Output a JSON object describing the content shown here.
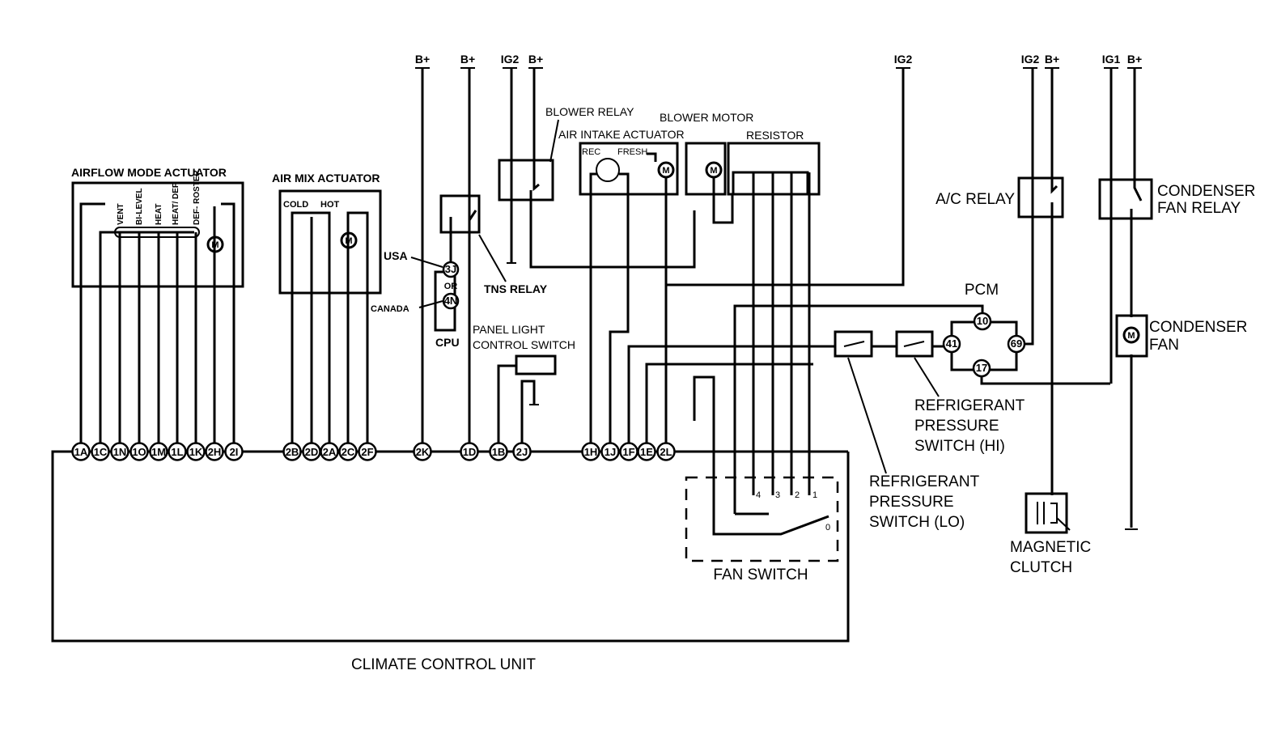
{
  "diagram": {
    "climate_control_unit": "CLIMATE CONTROL UNIT",
    "airflow_mode_actuator": {
      "label": "AIRFLOW MODE ACTUATOR",
      "modes": [
        "VENT",
        "BI-LEVEL",
        "HEAT",
        "HEAT/ DEF",
        "DEF- ROSTER"
      ]
    },
    "air_mix_actuator": {
      "label": "AIR MIX ACTUATOR",
      "cold": "COLD",
      "hot": "HOT"
    },
    "cpu": {
      "label": "CPU",
      "usa": "USA",
      "canada": "CANADA",
      "or": "OR",
      "pin_usa": "3J",
      "pin_canada": "4N"
    },
    "tns_relay": "TNS RELAY",
    "blower_relay": "BLOWER RELAY",
    "air_intake_actuator": {
      "label": "AIR INTAKE ACTUATOR",
      "rec": "REC",
      "fresh": "FRESH"
    },
    "blower_motor": "BLOWER MOTOR",
    "resistor": "RESISTOR",
    "panel_light_control_switch": [
      "PANEL LIGHT",
      "CONTROL SWITCH"
    ],
    "fan_switch": {
      "label": "FAN SWITCH",
      "positions": [
        "4",
        "3",
        "2",
        "1",
        "0"
      ]
    },
    "pcm": {
      "label": "PCM",
      "pins": [
        "10",
        "41",
        "69",
        "17"
      ]
    },
    "refrigerant_pressure_switch_hi": [
      "REFRIGERANT",
      "PRESSURE",
      "SWITCH (HI)"
    ],
    "refrigerant_pressure_switch_lo": [
      "REFRIGERANT",
      "PRESSURE",
      "SWITCH (LO)"
    ],
    "ac_relay": "A/C RELAY",
    "condenser_fan_relay": [
      "CONDENSER",
      "FAN RELAY"
    ],
    "condenser_fan": [
      "CONDENSER",
      "FAN"
    ],
    "magnetic_clutch": [
      "MAGNETIC",
      "CLUTCH"
    ],
    "motor_symbol": "M",
    "power_sources": [
      "B+",
      "B+",
      "IG2",
      "B+",
      "IG2",
      "IG2",
      "B+",
      "IG1",
      "B+"
    ],
    "connectors": [
      "1A",
      "1C",
      "1N",
      "1O",
      "1M",
      "1L",
      "1K",
      "2H",
      "2I",
      "2B",
      "2D",
      "2A",
      "2C",
      "2F",
      "2K",
      "1D",
      "1B",
      "2J",
      "1H",
      "1J",
      "1F",
      "1E",
      "2L"
    ]
  }
}
